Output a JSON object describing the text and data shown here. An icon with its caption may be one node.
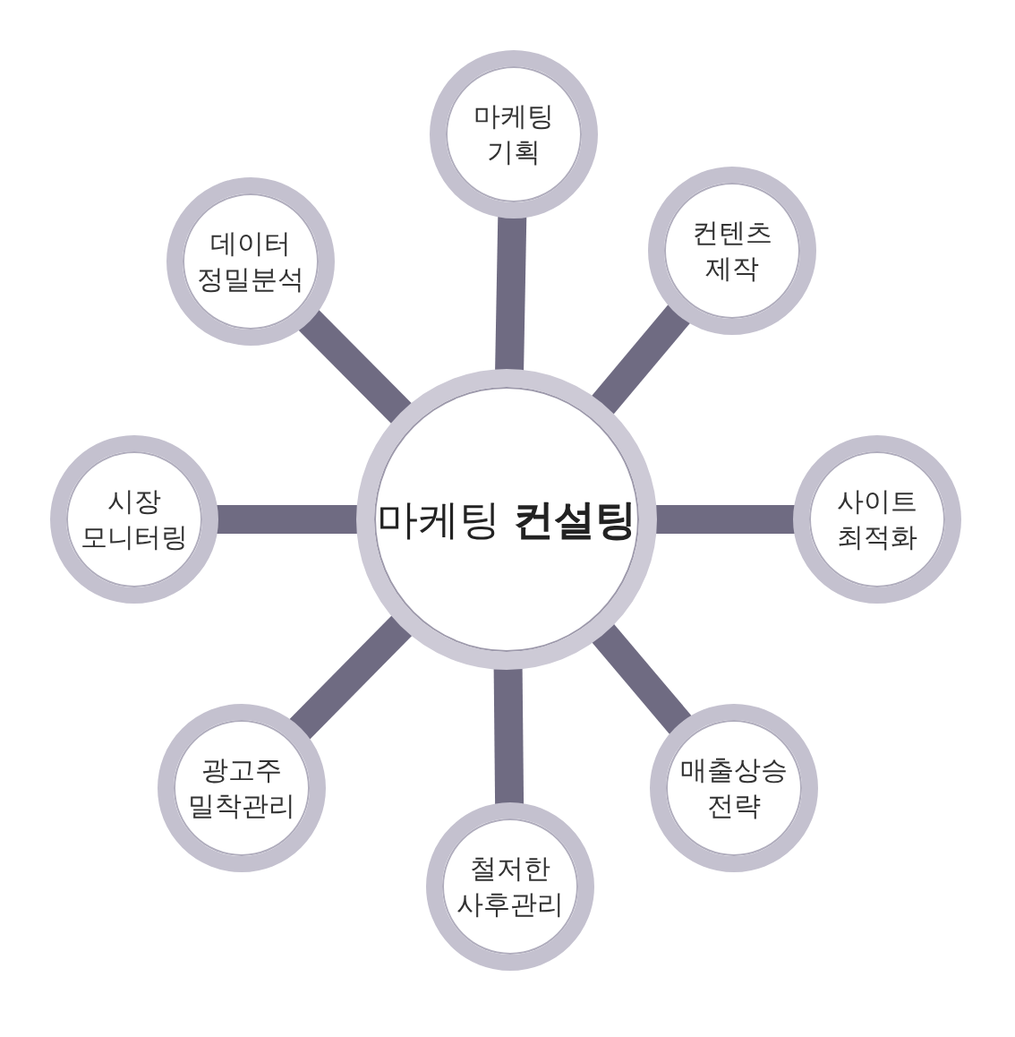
{
  "diagram": {
    "nodes": [
      {
        "text": [
          "마케팅 **컨설팅**"
        ]
      },
      {
        "text": [
          "마케팅 기획"
        ]
      },
      {
        "text": [
          "컨텐츠 제작"
        ]
      },
      {
        "text": [
          "사이트 최적화"
        ]
      },
      {
        "text": [
          "매출상승 전략"
        ]
      },
      {
        "text": [
          "철저한 사후관리"
        ]
      },
      {
        "text": [
          "광고주 밀착관리"
        ]
      },
      {
        "text": [
          "시장 모니터링"
        ]
      },
      {
        "text": [
          "데이터 정밀분석"
        ]
      }
    ],
    "edges": [
      {
        "from": 0,
        "to": 1,
        "arrow": "none"
      },
      {
        "from": 0,
        "to": 2,
        "arrow": "none"
      },
      {
        "from": 0,
        "to": 3,
        "arrow": "none"
      },
      {
        "from": 0,
        "to": 4,
        "arrow": "none"
      },
      {
        "from": 0,
        "to": 5,
        "arrow": "none"
      },
      {
        "from": 0,
        "to": 6,
        "arrow": "none"
      },
      {
        "from": 0,
        "to": 7,
        "arrow": "none"
      },
      {
        "from": 0,
        "to": 8,
        "arrow": "none"
      }
    ]
  }
}
